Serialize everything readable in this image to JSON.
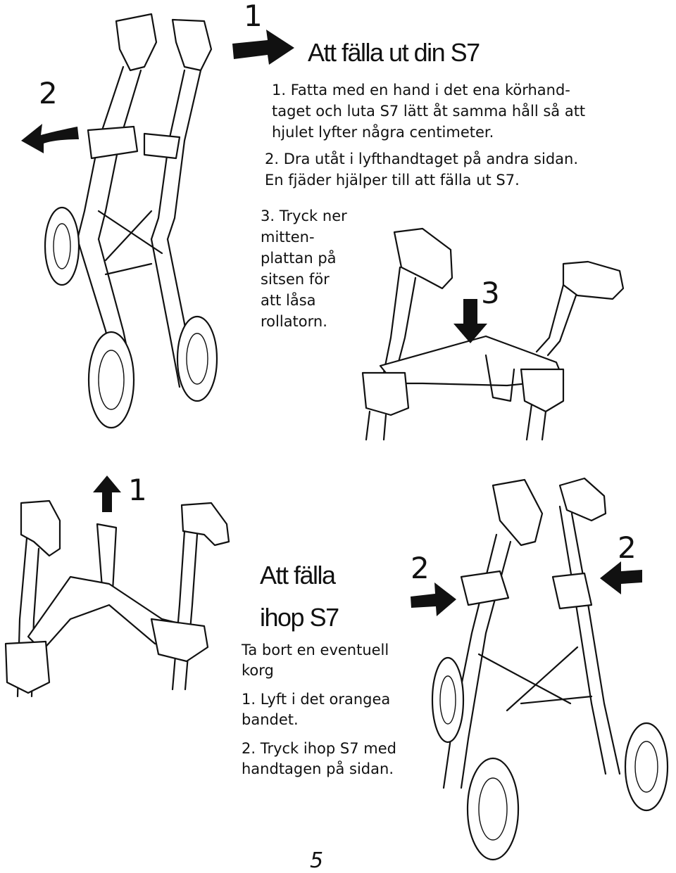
{
  "top": {
    "title": "Att fälla ut din S7",
    "step1": "1. Fatta med en hand i det ena körhand-\ntaget och luta S7 lätt åt samma håll så att\nhjulet lyfter några centimeter.",
    "step2": "2. Dra utåt i lyfthandtaget på andra sidan.\nEn fjäder hjälper till att fälla ut S7.",
    "step3": "3. Tryck ner\nmitten-\nplattan på\nsitsen för\natt låsa\nrollatorn.",
    "labels": {
      "arrow1": "1",
      "arrow2": "2",
      "arrow3": "3"
    }
  },
  "bottom": {
    "title_line1": "Att fälla",
    "title_line2": "ihop S7",
    "intro": "Ta bort en eventuell\nkorg",
    "step1": "1. Lyft i det orangea\nbandet.",
    "step2": "2. Tryck ihop S7 med\nhandtagen på sidan.",
    "labels": {
      "arrow1": "1",
      "arrow2_left": "2",
      "arrow2_right": "2"
    }
  },
  "footer": {
    "page_number": "5"
  }
}
